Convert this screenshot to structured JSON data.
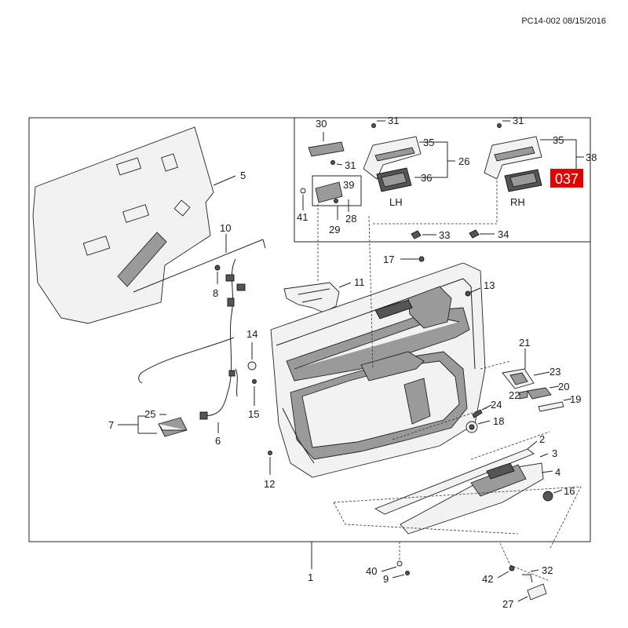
{
  "header": {
    "doc_code": "PC14-002 08/15/2016"
  },
  "highlight": {
    "label": "037",
    "color": "#e00000"
  },
  "side_labels": {
    "lh": "LH",
    "rh": "RH"
  },
  "callouts": {
    "c1": "1",
    "c2": "2",
    "c3": "3",
    "c4": "4",
    "c5": "5",
    "c6": "6",
    "c7": "7",
    "c8": "8",
    "c9": "9",
    "c10": "10",
    "c11": "11",
    "c12": "12",
    "c13": "13",
    "c14": "14",
    "c15": "15",
    "c16": "16",
    "c17": "17",
    "c18": "18",
    "c19": "19",
    "c20": "20",
    "c21": "21",
    "c22": "22",
    "c23": "23",
    "c24": "24",
    "c25": "25",
    "c26": "26",
    "c27": "27",
    "c28": "28",
    "c29": "29",
    "c30": "30",
    "c31a": "31",
    "c31b": "31",
    "c31c": "31",
    "c32": "32",
    "c33": "33",
    "c34": "34",
    "c35a": "35",
    "c35b": "35",
    "c36": "36",
    "c38": "38",
    "c39": "39",
    "c40": "40",
    "c41": "41",
    "c42": "42"
  }
}
